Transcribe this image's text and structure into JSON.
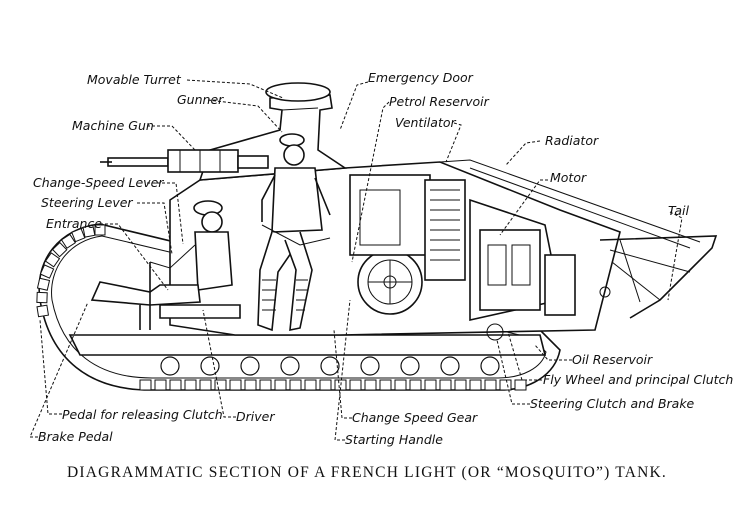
{
  "labels": {
    "movable_turret": "Movable Turret",
    "gunner": "Gunner",
    "machine_gun": "Machine Gun",
    "change_speed_lever": "Change-Speed Lever",
    "steering_lever": "Steering Lever",
    "entrance": "Entrance",
    "emergency_door": "Emergency Door",
    "petrol_reservoir": "Petrol Reservoir",
    "ventilator": "Ventilator",
    "radiator": "Radiator",
    "motor": "Motor",
    "tail": "Tail",
    "oil_reservoir": "Oil Reservoir",
    "fly_wheel": "Fly Wheel and principal Clutch",
    "steering_clutch": "Steering Clutch and Brake",
    "pedal_releasing": "Pedal for releasing Clutch",
    "driver": "Driver",
    "change_speed_gear": "Change Speed Gear",
    "starting_handle": "Starting Handle",
    "brake_pedal": "Brake Pedal"
  },
  "caption": "DIAGRAMMATIC SECTION OF A FRENCH LIGHT (OR “MOSQUITO”) TANK."
}
